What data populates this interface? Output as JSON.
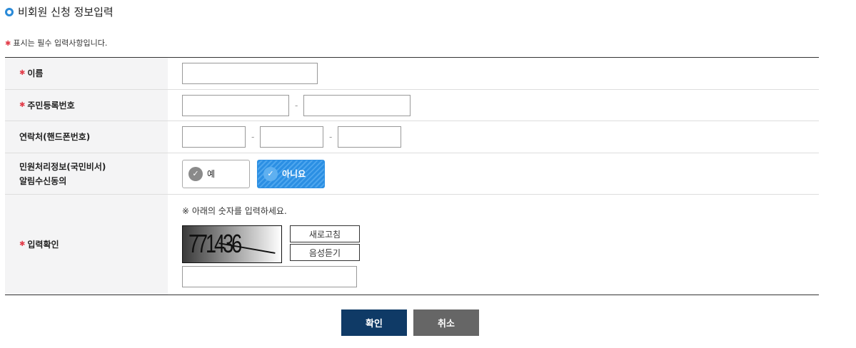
{
  "header": {
    "title": "비회원 신청 정보입력"
  },
  "note": {
    "asterisk": "✱",
    "text": "표시는 필수 입력사항입니다."
  },
  "form": {
    "name": {
      "label": "이름",
      "required": true,
      "value": ""
    },
    "rrn": {
      "label": "주민등록번호",
      "required": true,
      "value1": "",
      "value2": "",
      "separator": "-"
    },
    "phone": {
      "label": "연락처(핸드폰번호)",
      "required": false,
      "value1": "",
      "value2": "",
      "value3": "",
      "separator": "-"
    },
    "consent": {
      "label_line1": "민원처리정보(국민비서)",
      "label_line2": "알림수신동의",
      "options": [
        {
          "label": "예",
          "selected": false
        },
        {
          "label": "아니요",
          "selected": true
        }
      ]
    },
    "captcha": {
      "label": "입력확인",
      "required": true,
      "instruction": "※ 아래의 숫자를 입력하세요.",
      "image_text": "771436",
      "refresh_label": "새로고침",
      "audio_label": "음성듣기",
      "value": ""
    }
  },
  "actions": {
    "confirm": "확인",
    "cancel": "취소"
  },
  "colors": {
    "accent": "#2a8ad8",
    "required": "#e23d4a",
    "confirm_bg": "#0f3a66",
    "cancel_bg": "#666666",
    "selected_option": "#2b8fe3"
  }
}
